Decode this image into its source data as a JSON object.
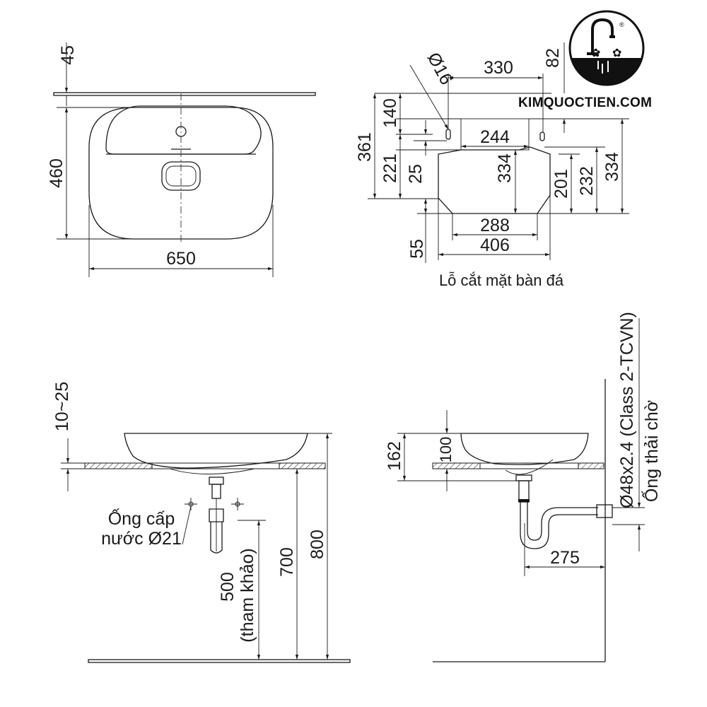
{
  "brand": {
    "site": "KIMQUOCTIEN.COM",
    "logo_icon": "faucet-logo-icon",
    "registered": "®"
  },
  "top_view": {
    "dims": {
      "slab": "45",
      "depth": "460",
      "width": "650"
    }
  },
  "cutout_view": {
    "dims": {
      "hole_dia": "Ø16",
      "hole_offset": "330",
      "top_offset": "82",
      "overall_h": "361",
      "upper": "140",
      "lower": "221",
      "hole_gap": "25",
      "inner_w": "244",
      "inner_h": "334",
      "side_h": "201",
      "side_h2": "232",
      "right_h": "334",
      "bottom_inner": "288",
      "bottom_outer": "406",
      "bottom_gap": "55"
    },
    "caption": "Lỗ cắt mặt bàn đá"
  },
  "front_view": {
    "dims": {
      "slab_thk": "10~25",
      "h700": "700",
      "h800": "800",
      "h500_a": "500",
      "h500_b": "(tham khảo)"
    },
    "supply_a": "Ống cấp",
    "supply_b": "nước Ø21"
  },
  "side_view": {
    "dims": {
      "h162": "162",
      "h100": "100",
      "d275": "275"
    },
    "drain_a": "Ø48x2.4 (Class 2-TCVN)",
    "drain_b": "Ống thải chờ"
  }
}
